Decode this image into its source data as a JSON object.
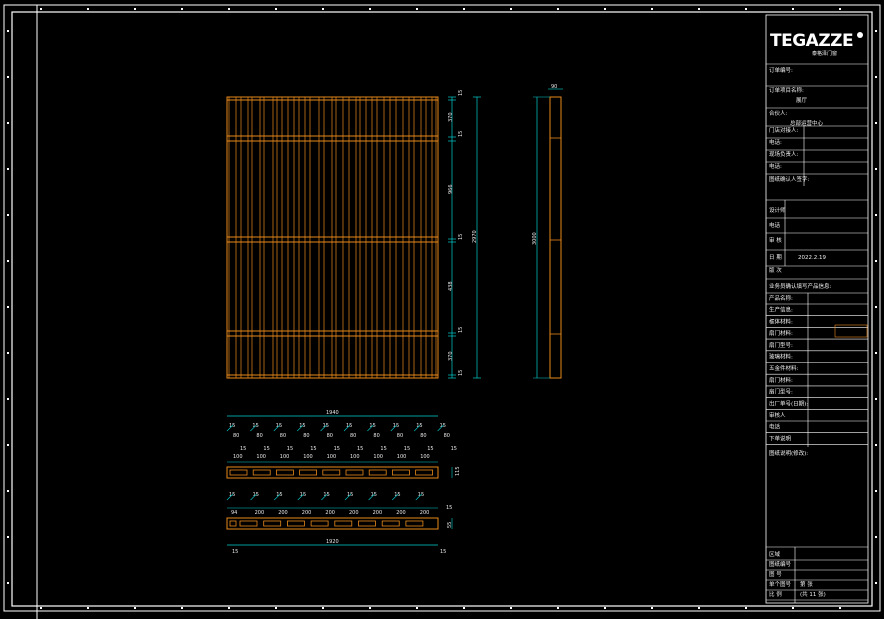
{
  "title_block": {
    "logo": "TEGAZZE",
    "logo_sub": "泰格泽门窗",
    "fields": [
      {
        "key": "order_no",
        "label": "订单编号:",
        "value": ""
      },
      {
        "key": "project_name",
        "label": "订单项目名称:",
        "value": "展厅"
      },
      {
        "key": "partner",
        "label": "合伙人:",
        "value": "总部运营中心"
      },
      {
        "key": "store_contact",
        "label": "门店对接人:",
        "value": ""
      },
      {
        "key": "phone1",
        "label": "电话:",
        "value": ""
      },
      {
        "key": "site_owner",
        "label": "现场负责人:",
        "value": ""
      },
      {
        "key": "phone2",
        "label": "电话:",
        "value": ""
      },
      {
        "key": "drawing_confirm",
        "label": "图纸确认人签字:",
        "value": ""
      }
    ],
    "design": [
      {
        "key": "designer",
        "label": "设计师",
        "value": ""
      },
      {
        "key": "phone3",
        "label": "电话",
        "value": ""
      },
      {
        "key": "review",
        "label": "审  核",
        "value": ""
      },
      {
        "key": "date",
        "label": "日  期",
        "value": "2022.2.19"
      },
      {
        "key": "version",
        "label": "版  次",
        "value": ""
      }
    ],
    "product_header": "业务员确认填写产品信息:",
    "product_fields": [
      {
        "key": "product_name",
        "label": "产品名称:"
      },
      {
        "key": "origin",
        "label": "生产信息:"
      },
      {
        "key": "frame_material",
        "label": "框体材料:"
      },
      {
        "key": "door_material",
        "label": "扇门材料:"
      },
      {
        "key": "door_no",
        "label": "扇门型号:"
      },
      {
        "key": "glass_material",
        "label": "玻璃材料:"
      },
      {
        "key": "hardware_material",
        "label": "五金件材料:"
      },
      {
        "key": "door_material2",
        "label": "扇门材料:"
      },
      {
        "key": "door_no2",
        "label": "扇门型号:"
      },
      {
        "key": "delivery_date",
        "label": "出厂单号(日期):"
      },
      {
        "key": "reviewer",
        "label": "审核人"
      },
      {
        "key": "phone4",
        "label": "电话"
      },
      {
        "key": "notes",
        "label": "下单说明"
      }
    ],
    "remarks_label": "图纸说明(修改):",
    "bottom": [
      {
        "key": "area",
        "label": "区域",
        "value": ""
      },
      {
        "key": "drawing_no",
        "label": "图纸编号",
        "value": ""
      },
      {
        "key": "sheet",
        "label": "图  号",
        "value": ""
      },
      {
        "key": "ratio",
        "label": "单个图号",
        "value": "第   张"
      },
      {
        "key": "total",
        "label": "比  例",
        "value": "(共 11 张)"
      }
    ]
  },
  "front_view": {
    "vertical_dims": [
      "15",
      "370",
      "15",
      "966",
      "15",
      "2970",
      "438",
      "15",
      "370",
      "15"
    ],
    "total_height": "2970"
  },
  "side_view": {
    "top_dim": "90",
    "height": "3000"
  },
  "plan_view_1": {
    "overall": "1940",
    "dims_row1": [
      "15",
      "15",
      "15",
      "15",
      "15",
      "15",
      "15",
      "15",
      "15",
      "15"
    ],
    "dims_row2": [
      "80",
      "80",
      "80",
      "80",
      "80",
      "80",
      "80",
      "80",
      "80",
      "80"
    ],
    "dims_row3": [
      "100",
      "100",
      "100",
      "100",
      "100",
      "100",
      "100",
      "100",
      "100"
    ],
    "depth": "115"
  },
  "plan_view_2": {
    "overall": "1920",
    "dims_row1": [
      "15",
      "15",
      "15",
      "15",
      "15",
      "15",
      "15",
      "15",
      "15"
    ],
    "dims_row2": [
      "94",
      "200",
      "200",
      "200",
      "200",
      "200",
      "200",
      "200",
      "200"
    ],
    "depth": "55",
    "edge_left": "15",
    "edge_right": "15",
    "side_mark": "15"
  }
}
